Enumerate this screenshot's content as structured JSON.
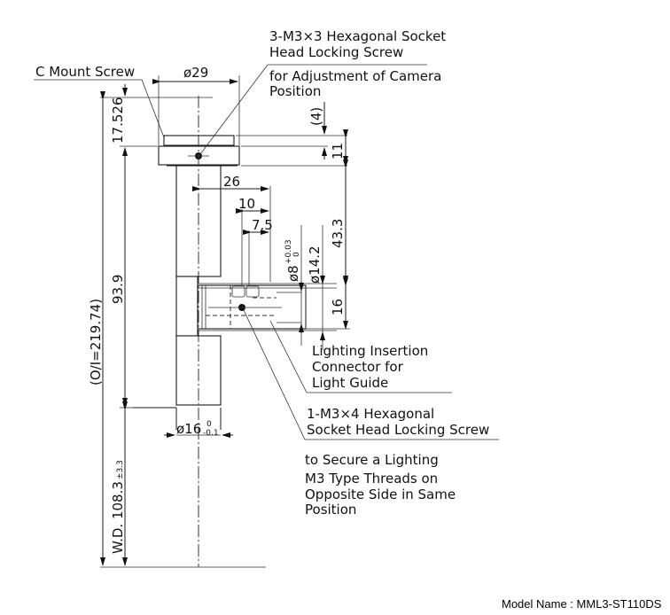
{
  "drawing": {
    "model_label": "Model Name : MML3-ST110DS",
    "callouts": {
      "c_mount": "C Mount Screw",
      "adjust_screw_line1": "3-M3×3 Hexagonal Socket",
      "adjust_screw_line2": "Head Locking Screw",
      "adjust_screw_line3": "for Adjustment of Camera",
      "adjust_screw_line4": "Position",
      "lighting_connector_line1": "Lighting Insertion",
      "lighting_connector_line2": "Connector for",
      "lighting_connector_line3": "Light Guide",
      "lock_screw_line1": "1-M3×4 Hexagonal",
      "lock_screw_line2": "Socket Head Locking Screw",
      "lock_screw_line3": "to Secure a Lighting",
      "lock_screw_line4": "M3 Type Threads on",
      "lock_screw_line5": "Opposite Side in Same",
      "lock_screw_line6": "Position"
    },
    "dimensions": {
      "top_diameter": "ø29",
      "flange_offset": "17.526",
      "body_length": "93.9",
      "overall_length": "(O/I=219.74)",
      "working_distance": "W.D. 108.3",
      "working_distance_tol": "±3.3",
      "top_gap": "(4)",
      "flange_height": "11",
      "port_height": "43.3",
      "port_offset_26": "26",
      "port_offset_10": "10",
      "port_offset_7_5": "7.5",
      "port_bore": "ø8",
      "port_bore_tol_upper": "+0.03",
      "port_bore_tol_lower": "0",
      "port_outer": "ø14.2",
      "port_block_height": "16",
      "tip_diameter": "ø16",
      "tip_tol_upper": "0",
      "tip_tol_lower": "-0.1"
    }
  }
}
